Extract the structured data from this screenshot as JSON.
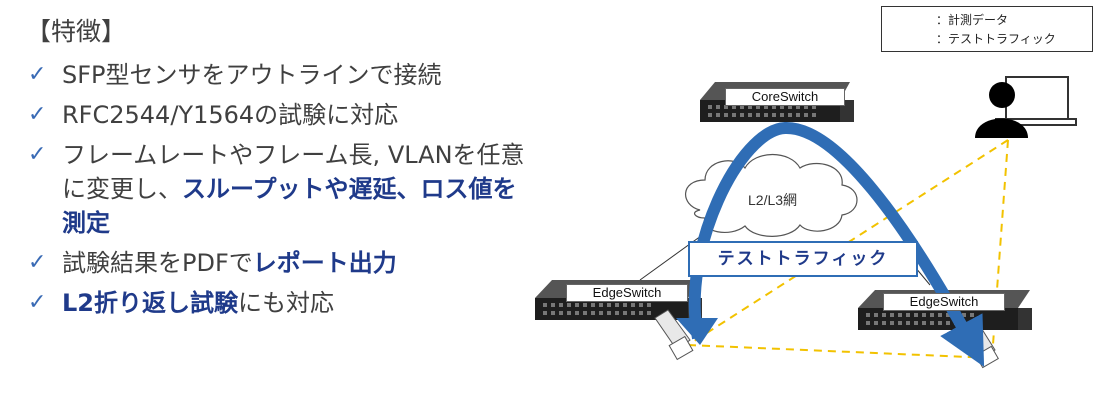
{
  "features": {
    "heading": "【特徴】",
    "items": [
      {
        "parts": [
          {
            "text": "SFP型センサをアウトラインで接続",
            "em": false
          }
        ]
      },
      {
        "parts": [
          {
            "text": "RFC2544/Y1564の試験に対応",
            "em": false
          }
        ]
      },
      {
        "parts": [
          {
            "text": "フレームレートやフレーム長, VLANを任意に変更し、",
            "em": false
          },
          {
            "text": "スループットや遅延、ロス値を測定",
            "em": true
          }
        ]
      },
      {
        "parts": [
          {
            "text": "試験結果をPDFで",
            "em": false
          },
          {
            "text": "レポート出力",
            "em": true
          }
        ]
      },
      {
        "parts": [
          {
            "text": "L2折り返し試験",
            "em": true
          },
          {
            "text": "にも対応",
            "em": false
          }
        ]
      }
    ]
  },
  "legend": {
    "measurement": "：計測データ",
    "traffic": "：テストトラフィック"
  },
  "diagram": {
    "core_switch": "CoreSwitch",
    "edge_switch_left": "EdgeSwitch",
    "edge_switch_right": "EdgeSwitch",
    "cloud_label": "L2/L3網",
    "traffic_label": "テストトラフィック",
    "colors": {
      "measurement_line": "#f2c200",
      "traffic_arrow": "#2f6db5",
      "emphasis_text": "#1f3a8a",
      "check_mark": "#3a6bb5"
    }
  }
}
